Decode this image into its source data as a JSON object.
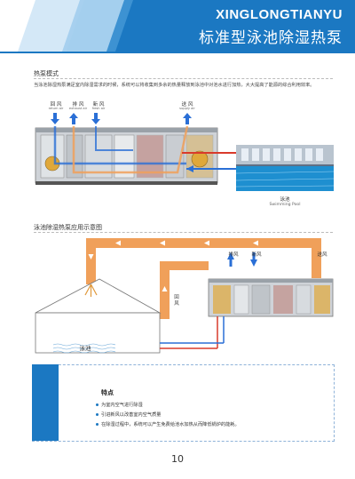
{
  "header": {
    "brand": "XINGLONGTIANYU",
    "title": "标准型泳池除湿热泵"
  },
  "section1": {
    "title": "热泵模式",
    "intro": "当泳池除湿热泵满足室内除湿需求的时候，系统可以将收集到多余的热量释放到泳池中对池水进行加热，大大提高了能源的综合利用效率。",
    "labels": {
      "return_cn": "回 风",
      "return_en": "return air",
      "exhaust_cn": "排 风",
      "exhaust_en": "exhaust air",
      "fresh_cn": "新 风",
      "fresh_en": "fresh air",
      "supply_cn": "送 风",
      "supply_en": "supply air"
    },
    "pool_cn": "泳池",
    "pool_en": "Swimming Pool"
  },
  "section2": {
    "title": "泳池除湿热泵应用示意图",
    "exhaust_cn": "排风",
    "fresh_cn": "新风",
    "supply_cn": "送风",
    "return_cn": "回风",
    "pool_cn": "泳池"
  },
  "features": {
    "title": "特点",
    "items": [
      "为室内空气进行除湿",
      "引进新风以改善室内空气质量",
      "在除湿过程中，系统可以产生免费给池水加热从而降低锅炉的能耗。"
    ]
  },
  "page_number": "10",
  "colors": {
    "brand_blue": "#1b78c2",
    "duct_orange": "#f0a05a",
    "hot_red": "#d93a2b",
    "cold_blue": "#2a6fd6"
  }
}
